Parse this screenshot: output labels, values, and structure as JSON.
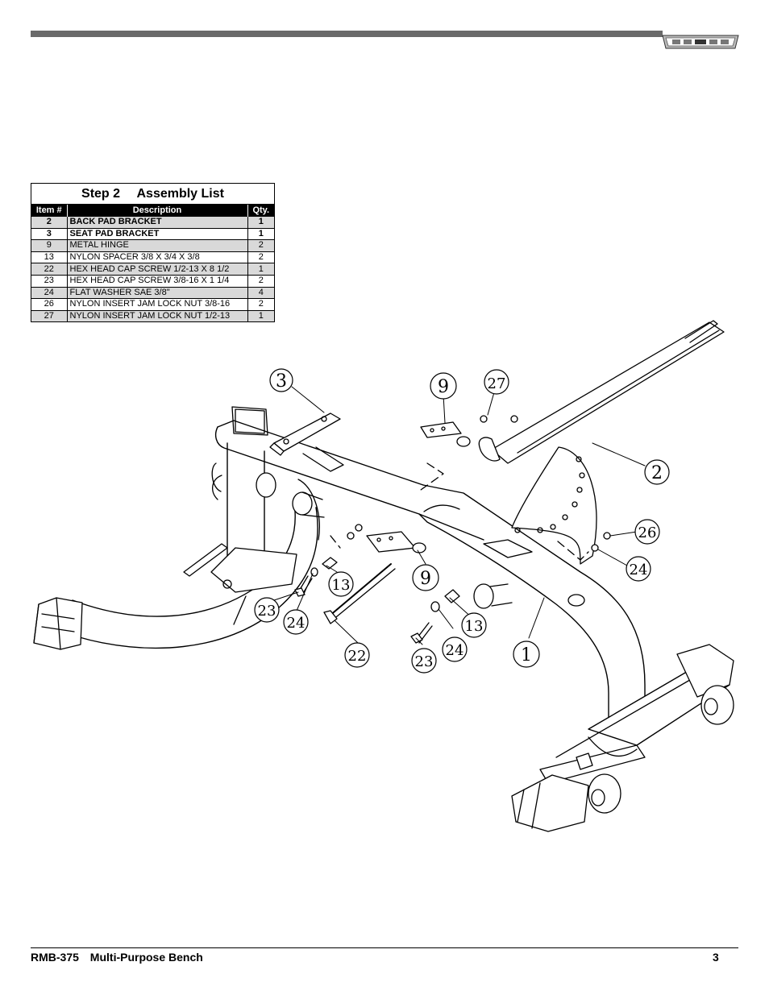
{
  "brand": {
    "logo_icon": "tuffstuff-logo-icon"
  },
  "assembly_list": {
    "step": "Step 2",
    "title": "Assembly List",
    "headers": [
      "Item #",
      "Description",
      "Qty."
    ],
    "rows": [
      {
        "item": "2",
        "description": "BACK PAD BRACKET",
        "qty": "1"
      },
      {
        "item": "3",
        "description": "SEAT PAD BRACKET",
        "qty": "1"
      },
      {
        "item": "9",
        "description": "METAL HINGE",
        "qty": "2"
      },
      {
        "item": "13",
        "description": "NYLON SPACER 3/8 X 3/4 X 3/8",
        "qty": "2"
      },
      {
        "item": "22",
        "description": "HEX HEAD CAP SCREW 1/2-13 X 8 1/2",
        "qty": "1"
      },
      {
        "item": "23",
        "description": "HEX HEAD CAP SCREW 3/8-16 X 1 1/4",
        "qty": "2"
      },
      {
        "item": "24",
        "description": "FLAT WASHER SAE 3/8\"",
        "qty": "4"
      },
      {
        "item": "26",
        "description": "NYLON INSERT JAM LOCK NUT 3/8-16",
        "qty": "2"
      },
      {
        "item": "27",
        "description": "NYLON INSERT JAM LOCK NUT 1/2-13",
        "qty": "1"
      }
    ]
  },
  "diagram": {
    "callouts": [
      "3",
      "9",
      "27",
      "2",
      "26",
      "24",
      "13",
      "9",
      "23",
      "24",
      "22",
      "13",
      "24",
      "23",
      "1"
    ]
  },
  "footer": {
    "model": "RMB-375",
    "product": "Multi-Purpose Bench",
    "page": "3"
  }
}
